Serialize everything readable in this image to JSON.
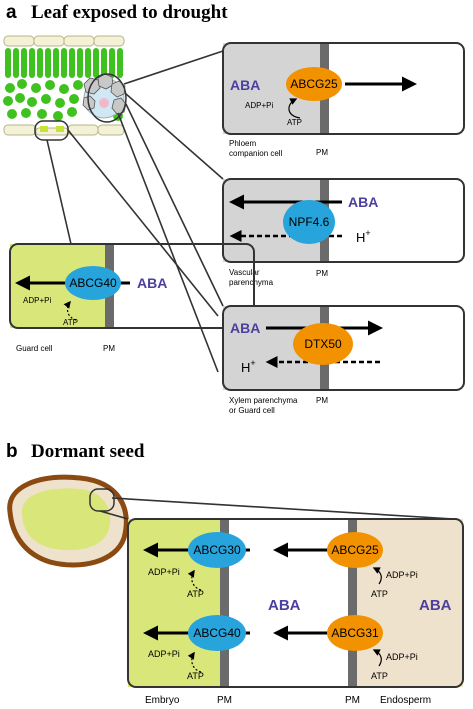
{
  "panel_a": {
    "letter": "a",
    "title": "Leaf exposed to drought",
    "boxes": {
      "abcg25": {
        "substrate": "ABA",
        "transporter": "ABCG25",
        "energy_left": "ADP+Pi",
        "energy_right": "ATP",
        "cell": "Phloem",
        "cell_line2": "companion cell",
        "membrane": "PM"
      },
      "npf46": {
        "substrate": "ABA",
        "transporter": "NPF4.6",
        "ion": "H+",
        "cell": "Vascular",
        "cell_line2": "parenchyma",
        "membrane": "PM"
      },
      "abcg40": {
        "substrate": "ABA",
        "transporter": "ABCG40",
        "energy_left": "ADP+Pi",
        "energy_right": "ATP",
        "cell": "Guard cell",
        "membrane": "PM"
      },
      "dtx50": {
        "substrate": "ABA",
        "transporter": "DTX50",
        "ion": "H+",
        "cell": "Xylem parenchyma",
        "cell_line2": "or Guard cell",
        "membrane": "PM"
      }
    }
  },
  "panel_b": {
    "letter": "b",
    "title": "Dormant seed",
    "transporters": {
      "g30": "ABCG30",
      "g40": "ABCG40",
      "g25": "ABCG25",
      "g31": "ABCG31"
    },
    "energy_left": "ADP+Pi",
    "energy_right": "ATP",
    "center_substrate": "ABA",
    "endosperm_substrate": "ABA",
    "labels": {
      "embryo": "Embryo",
      "pm_left": "PM",
      "pm_right": "PM",
      "endosperm": "Endosperm"
    }
  },
  "colors": {
    "abcg_orange": "#f39200",
    "npf_blue": "#27a4dc",
    "gray_cell": "#d4d4d4",
    "membrane": "#6b6b6b",
    "aba_purple": "#4b3fa0",
    "embryo_green": "#d9e67a",
    "endosperm_tan": "#efe2cc",
    "leaf_green": "#3fc21f"
  }
}
